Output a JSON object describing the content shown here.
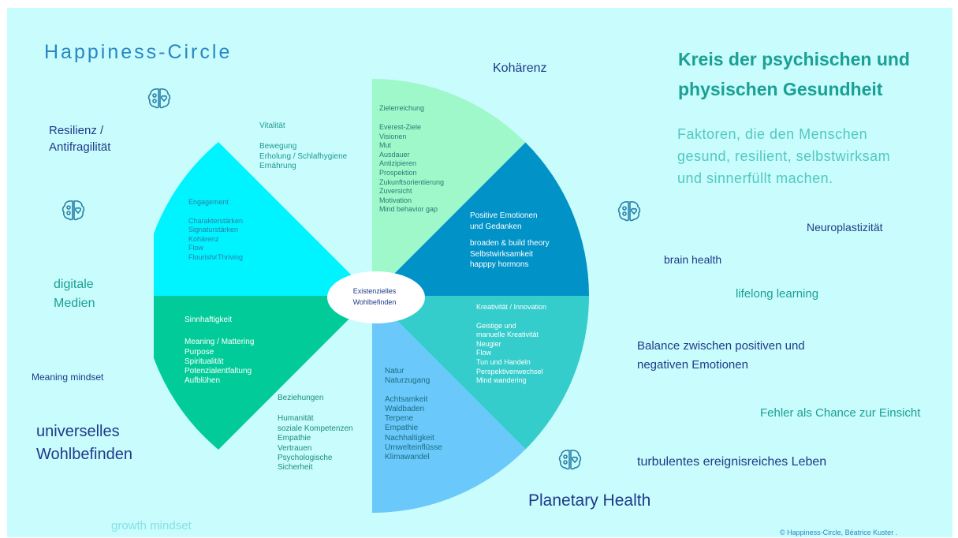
{
  "header": {
    "brand_title": "Happiness-Circle",
    "main_title_line1": "Kreis der psychischen und",
    "main_title_line2": "physischen Gesundheit",
    "subtitle_line1": "Faktoren, die den Menschen",
    "subtitle_line2": "gesund, resilient, selbstwirksam",
    "subtitle_line3": "und sinnerfüllt machen."
  },
  "center": {
    "line1": "Existenzielles",
    "line2": "Wohlbefinden"
  },
  "segments": {
    "kohaerenz_title": "Kohärenz",
    "zielerreichung": {
      "heading": "Zielerreichung",
      "items": [
        "Everest-Ziele",
        "Visionen",
        "Mut",
        "Ausdauer",
        "Antizipieren",
        "Prospektion",
        "Zukunftsorientierung",
        "Zuversicht",
        "Motivation",
        "Mind behavior gap"
      ]
    },
    "positive": {
      "heading_line1": "Positive Emotionen",
      "heading_line2": "und Gedanken",
      "items": [
        "broaden & build theory",
        "Selbstwirksamkeit",
        "happpy hormons"
      ]
    },
    "kreativitaet": {
      "heading": "Kreativität / Innovation",
      "items": [
        "Geistige und",
        "manuelle Kreativität",
        "Neugier",
        "Flow",
        "Tun und Handeln",
        "Perspektivenwechsel",
        "Mind wandering"
      ]
    },
    "natur": {
      "heading_line1": "Natur",
      "heading_line2": "Naturzugang",
      "items": [
        "Achtsamkeit",
        "Waldbaden",
        "Terpene",
        "Empathie",
        "Nachhaltigkeit",
        "Umwelteinflüsse",
        "Klimawandel"
      ]
    },
    "beziehungen": {
      "heading": "Beziehungen",
      "items": [
        "Humanität",
        "soziale Kompetenzen",
        "Empathie",
        "Vertrauen",
        "Psychologische",
        "Sicherheit"
      ]
    },
    "sinnhaftigkeit": {
      "heading": "Sinnhaftigkeit",
      "items": [
        "Meaning  / Mattering",
        "Purpose",
        "Spiritualität",
        "Potenzialentfaltung",
        "Aufblühen"
      ]
    },
    "engagement": {
      "heading": "Engagement",
      "items": [
        "Charakterstärken",
        "Signaturstärken",
        "Kohärenz",
        "Flow",
        "Flourish≠Thriving"
      ]
    },
    "vitalitaet": {
      "heading": "Vitalität",
      "items": [
        "Bewegung",
        "Erholung  / Schlafhygiene",
        "Ernährung"
      ]
    }
  },
  "left_labels": {
    "resilienz_line1": "Resilienz /",
    "resilienz_line2": "Antifragilität",
    "digitale_line1": "digitale",
    "digitale_line2": "Medien",
    "meaning_mindset": "Meaning mindset",
    "universelles_line1": "universelles",
    "universelles_line2": "Wohlbefinden",
    "growth_mindset": "growth mindset"
  },
  "right_labels": {
    "neuroplastizitaet": "Neuroplastizität",
    "brain_health": "brain health",
    "lifelong_learning": "lifelong learning",
    "balance_line1": "Balance zwischen positiven und",
    "balance_line2": "negativen Emotionen",
    "fehler": "Fehler als Chance zur Einsicht",
    "turbulentes": "turbulentes  ereignisreiches  Leben",
    "planetary_health": "Planetary Health",
    "copyright": "© Happiness-Circle, Béatrice Kuster ."
  },
  "icons": [
    "brain-heart-icon",
    "brain-heart-icon",
    "brain-heart-icon",
    "brain-heart-icon"
  ],
  "colors": {
    "background": "#c9fcfc",
    "zielerreichung": "#9ff8c9",
    "positive": "#0193c8",
    "kreativitaet": "#35cdcb",
    "natur": "#6bc8fa",
    "beziehungen": "#01cc99",
    "sinnhaftigkeit": "#01cc99",
    "engagement": "#00f4ff",
    "dark_blue": "#1f3a8a",
    "teal_text": "#1aa095",
    "heading_blue": "#2a86c4"
  }
}
